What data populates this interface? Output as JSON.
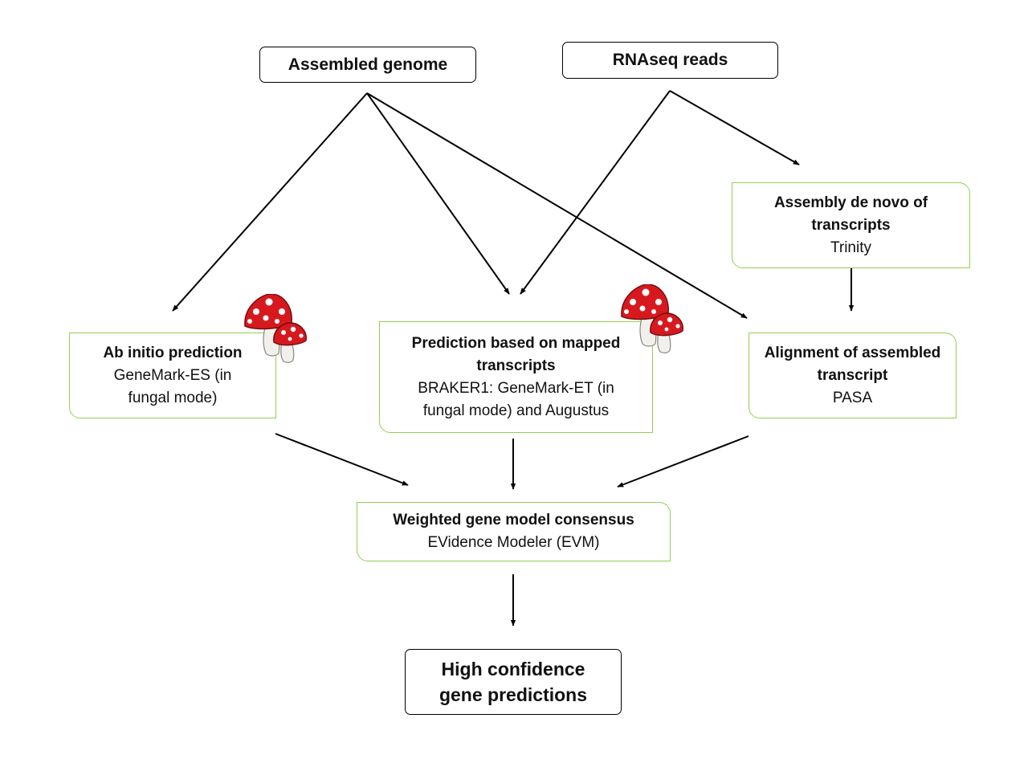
{
  "nodes": {
    "assembled_genome": {
      "title": "Assembled genome"
    },
    "rnaseq_reads": {
      "title": "RNAseq reads"
    },
    "assembly_de_novo": {
      "title": "Assembly de novo of transcripts",
      "tool": "Trinity"
    },
    "ab_initio": {
      "title": "Ab initio prediction",
      "tool": "GeneMark-ES (in fungal mode)"
    },
    "mapped_transcripts": {
      "title": "Prediction based on mapped transcripts",
      "tool": "BRAKER1: GeneMark-ET (in fungal mode) and Augustus"
    },
    "alignment": {
      "title": "Alignment of assembled transcript",
      "tool": "PASA"
    },
    "weighted_consensus": {
      "title": "Weighted gene model consensus",
      "tool": "EVidence Modeler (EVM)"
    },
    "high_confidence": {
      "title": "High confidence gene predictions"
    }
  },
  "edges": [
    {
      "from": "assembled_genome",
      "to": "ab_initio"
    },
    {
      "from": "assembled_genome",
      "to": "mapped_transcripts"
    },
    {
      "from": "assembled_genome",
      "to": "alignment"
    },
    {
      "from": "rnaseq_reads",
      "to": "mapped_transcripts"
    },
    {
      "from": "rnaseq_reads",
      "to": "assembly_de_novo"
    },
    {
      "from": "assembly_de_novo",
      "to": "alignment"
    },
    {
      "from": "ab_initio",
      "to": "weighted_consensus"
    },
    {
      "from": "mapped_transcripts",
      "to": "weighted_consensus"
    },
    {
      "from": "alignment",
      "to": "weighted_consensus"
    },
    {
      "from": "weighted_consensus",
      "to": "high_confidence"
    }
  ],
  "colors": {
    "arrow": "#000000",
    "green_border": "#92d050",
    "mushroom_cap": "#d7191f",
    "mushroom_spot": "#ffffff",
    "mushroom_stem": "#f2f0ec"
  },
  "icons": [
    "mushroom-icon",
    "mushroom-icon"
  ]
}
